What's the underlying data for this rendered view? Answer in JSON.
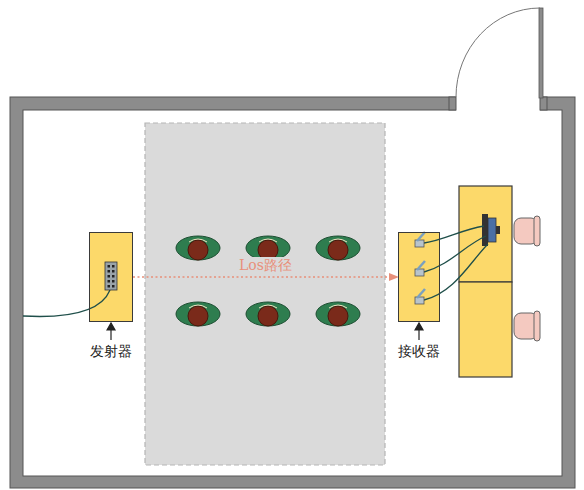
{
  "diagram": {
    "nodes": [
      {
        "text": [
          "发射器"
        ]
      },
      {
        "text": [
          "接收器"
        ]
      }
    ],
    "edges": [
      {
        "from": 0,
        "to": 1,
        "arrow": "to",
        "label": "Los路径"
      }
    ]
  }
}
